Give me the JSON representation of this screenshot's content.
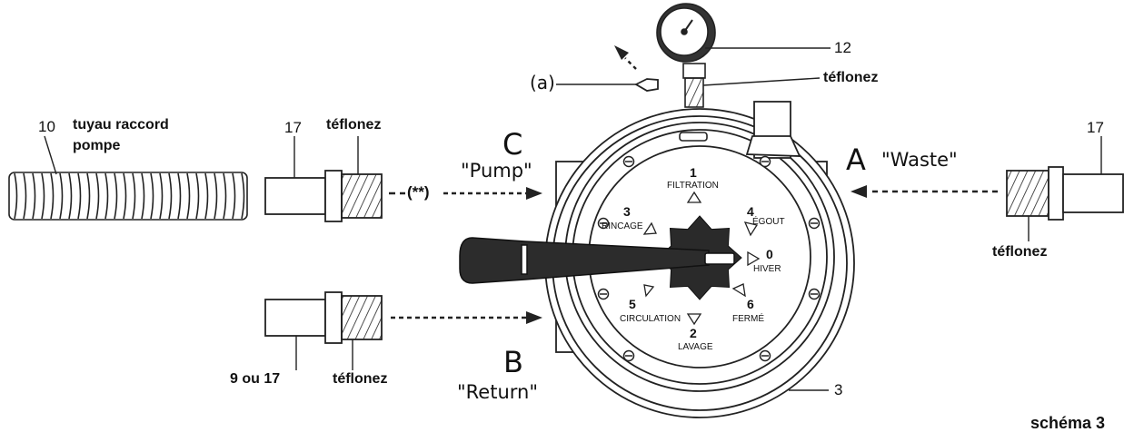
{
  "labels": {
    "hose_number": "10",
    "hose_label_line1": "tuyau raccord",
    "hose_label_line2": "pompe",
    "fitting_left_number": "17",
    "teflon_left": "téflonez",
    "pump_note": "(**)",
    "port_c_letter": "C",
    "port_c_name": "\"Pump\"",
    "port_a_letter": "A",
    "port_a_name": "\"Waste\"",
    "port_b_letter": "B",
    "port_b_name": "\"Return\"",
    "fitting_right_number": "17",
    "teflon_right": "téflonez",
    "fitting_bottom_number": "9 ou 17",
    "teflon_bottom": "téflonez",
    "gauge_number": "12",
    "teflon_gauge": "téflonez",
    "plug_note": "(a)",
    "body_number": "3",
    "schema_title": "schéma 3"
  },
  "dial": {
    "pos1_num": "1",
    "pos1_name": "FILTRATION",
    "pos2_num": "2",
    "pos2_name": "LAVAGE",
    "pos3_num": "3",
    "pos3_name": "RINCAGE",
    "pos4_num": "4",
    "pos4_name": "ÉGOUT",
    "pos0_num": "0",
    "pos0_name": "HIVER",
    "pos5_num": "5",
    "pos5_name": "CIRCULATION",
    "pos6_num": "6",
    "pos6_name": "FERMÉ"
  }
}
